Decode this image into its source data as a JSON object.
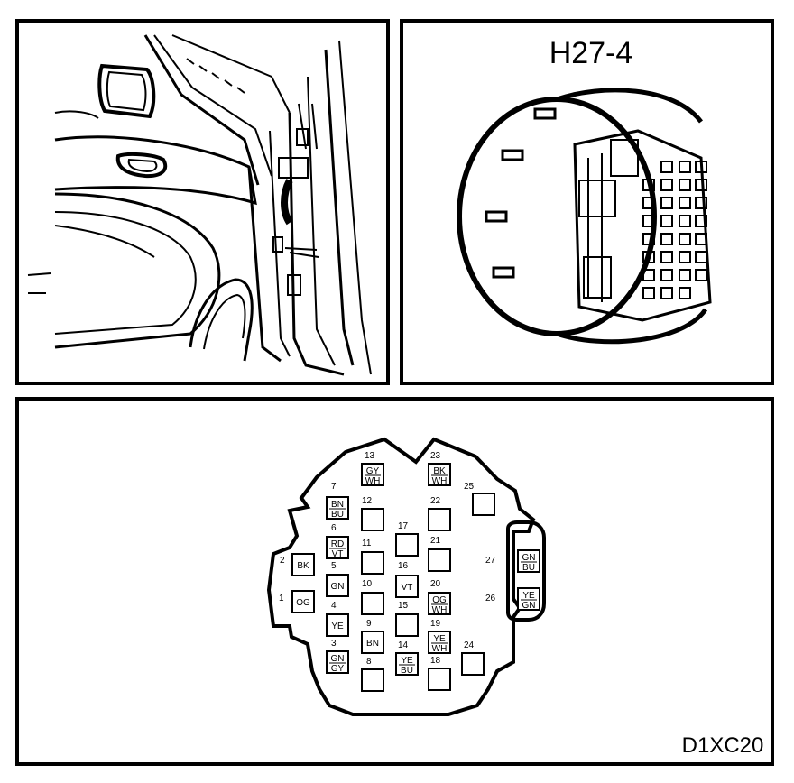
{
  "connector": {
    "title": "H27-4",
    "figure_code": "D1XC20"
  },
  "pins": [
    {
      "n": "1",
      "wire": [
        "OG"
      ]
    },
    {
      "n": "2",
      "wire": [
        "BK"
      ]
    },
    {
      "n": "3",
      "wire": [
        "GN",
        "GY"
      ]
    },
    {
      "n": "4",
      "wire": [
        "YE"
      ]
    },
    {
      "n": "5",
      "wire": [
        "GN"
      ]
    },
    {
      "n": "6",
      "wire": [
        "RD",
        "VT"
      ]
    },
    {
      "n": "7",
      "wire": [
        "BN",
        "BU"
      ]
    },
    {
      "n": "8",
      "wire": []
    },
    {
      "n": "9",
      "wire": [
        "BN"
      ]
    },
    {
      "n": "10",
      "wire": []
    },
    {
      "n": "11",
      "wire": []
    },
    {
      "n": "12",
      "wire": []
    },
    {
      "n": "13",
      "wire": [
        "GY",
        "WH"
      ]
    },
    {
      "n": "14",
      "wire": [
        "YE",
        "BU"
      ]
    },
    {
      "n": "15",
      "wire": []
    },
    {
      "n": "16",
      "wire": [
        "VT"
      ]
    },
    {
      "n": "17",
      "wire": []
    },
    {
      "n": "18",
      "wire": []
    },
    {
      "n": "19",
      "wire": [
        "YE",
        "WH"
      ]
    },
    {
      "n": "20",
      "wire": [
        "OG",
        "WH"
      ]
    },
    {
      "n": "21",
      "wire": []
    },
    {
      "n": "22",
      "wire": []
    },
    {
      "n": "23",
      "wire": [
        "BK",
        "WH"
      ]
    },
    {
      "n": "24",
      "wire": []
    },
    {
      "n": "25",
      "wire": []
    },
    {
      "n": "26",
      "wire": [
        "YE",
        "GN"
      ]
    },
    {
      "n": "27",
      "wire": [
        "GN",
        "BU"
      ]
    }
  ]
}
